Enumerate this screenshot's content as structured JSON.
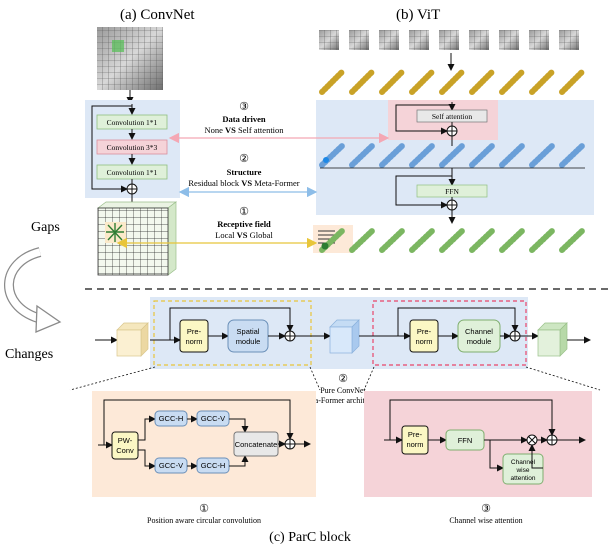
{
  "panel_a": {
    "title": "(a)   ConvNet",
    "convs": [
      "Convolution 1*1",
      "Convolution 3*3",
      "Convolution 1*1"
    ]
  },
  "panel_b": {
    "title": "(b) ViT",
    "self_attention": "Self attention",
    "ffn": "FFN"
  },
  "gaps": [
    {
      "num": "③",
      "title": "Data driven",
      "left": "None",
      "vs": "VS",
      "right": "Self attention"
    },
    {
      "num": "②",
      "title": "Structure",
      "left": "Residual block",
      "vs": "VS",
      "right": "Meta-Former"
    },
    {
      "num": "①",
      "title": "Receptive field",
      "left": "Local",
      "vs": "VS",
      "right": "Global"
    }
  ],
  "side_labels": {
    "gaps": "Gaps",
    "changes": "Changes"
  },
  "metaformer": {
    "prenorm1": [
      "Pre-",
      "norm"
    ],
    "spatial": [
      "Spatial",
      "module"
    ],
    "prenorm2": [
      "Pre-",
      "norm"
    ],
    "channel": [
      "Channel",
      "module"
    ]
  },
  "middle_label": {
    "num": "②",
    "line1": "Pure ConvNet",
    "line2": "Meta-Former architecture"
  },
  "parc": {
    "pwconv": [
      "PW-",
      "Conv"
    ],
    "gcc_h": "GCC-H",
    "gcc_v": "GCC-V",
    "concat": "Concatenate"
  },
  "cwa": {
    "prenorm": [
      "Pre-",
      "norm"
    ],
    "ffn": "FFN",
    "attn": [
      "Channel",
      "wise",
      "attention"
    ]
  },
  "captions": {
    "left_num": "①",
    "left": "Position aware circular convolution",
    "right_num": "③",
    "right": "Channel wise attention",
    "bottom": "(c)        ParC block"
  },
  "colors": {
    "blue_panel": "#dde8f6",
    "pink": "#f5d3d8",
    "green_box": "#dff0d9",
    "yellow_box": "#fbf7c4",
    "orange_panel": "#fde9d8"
  }
}
